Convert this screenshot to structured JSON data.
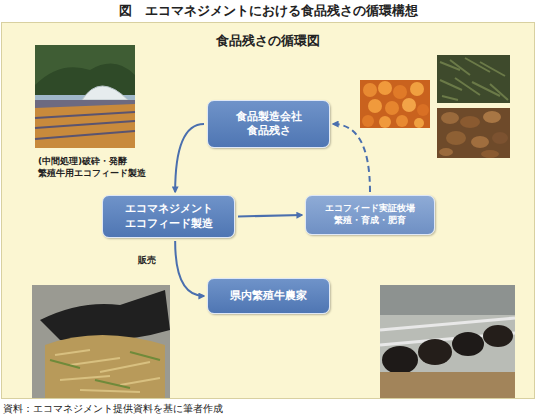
{
  "diagram": {
    "title": "図　エコマネジメントにおける食品残さの循環構想",
    "caption": "資料：エコマネジメント提供資料を基に筆者作成",
    "nodes": [
      {
        "text": [
          "食品製造会社 食品残さ"
        ]
      },
      {
        "text": [
          "エコマネジメント エコフィード製造"
        ]
      },
      {
        "text": [
          "エコフィード実証牧場 繁殖・育成・肥育"
        ]
      },
      {
        "text": [
          "県内繁殖牛農家"
        ]
      }
    ],
    "edges": [
      {
        "from": 0,
        "to": 1,
        "arrow": "to"
      },
      {
        "from": 1,
        "to": 2,
        "arrow": "to"
      },
      {
        "from": 2,
        "to": 0,
        "arrow": "to"
      },
      {
        "from": 1,
        "to": 3,
        "arrow": "to"
      }
    ],
    "labels": [
      "食品残さの循環図",
      "(中間処理)破砕・発酵 繁殖牛用エコフィード製造",
      "販売"
    ]
  }
}
